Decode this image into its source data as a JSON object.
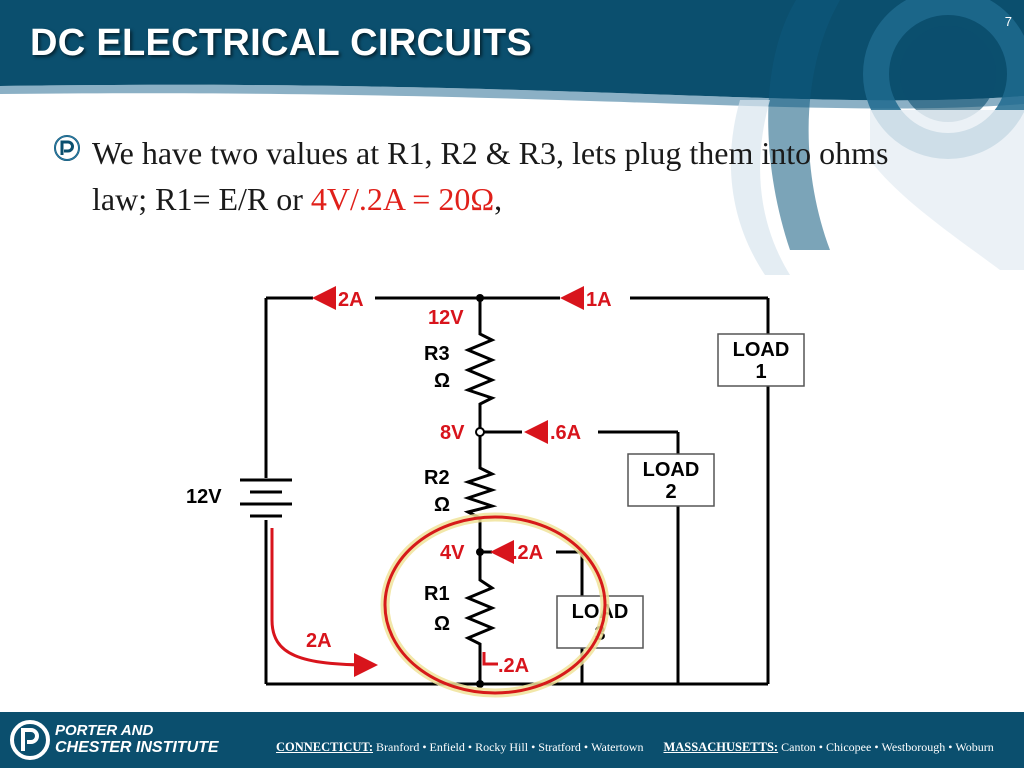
{
  "slide": {
    "title": "DC ELECTRICAL CIRCUITS",
    "page_number": "7",
    "bullet": {
      "text_plain": "We have two values at R1, R2 & R3, lets plug them into ohms law; R1= E/R or ",
      "text_highlight": "4V/.2A = 20Ω",
      "text_tail": ","
    }
  },
  "circuit": {
    "battery_label": "12V",
    "top_left_current": "2A",
    "top_right_current": "1A",
    "node_voltages": {
      "top": "12V",
      "middle": "8V",
      "lower": "4V"
    },
    "branch_currents": {
      "load2": ".6A",
      "load3": ".2A",
      "bottom": ".2A"
    },
    "resistors": [
      {
        "name": "R3",
        "unit": "Ω"
      },
      {
        "name": "R2",
        "unit": "Ω"
      },
      {
        "name": "R1",
        "unit": "Ω"
      }
    ],
    "loads": [
      {
        "line1": "LOAD",
        "line2": "1"
      },
      {
        "line1": "LOAD",
        "line2": "2"
      },
      {
        "line1": "LOAD",
        "line2": "3"
      }
    ],
    "return_current": "2A",
    "colors": {
      "wire": "#000000",
      "arrow": "#d8141c",
      "highlight_ring_outer": "#f0e39a",
      "highlight_ring": "#d61a1a"
    }
  },
  "footer": {
    "logo_line1": "PORTER AND",
    "logo_line2": "CHESTER INSTITUTE",
    "states": [
      {
        "name": "CONNECTICUT:",
        "towns": [
          "Branford",
          "Enfield",
          "Rocky Hill",
          "Stratford",
          "Watertown"
        ]
      },
      {
        "name": "MASSACHUSETTS:",
        "towns": [
          "Canton",
          "Chicopee",
          "Westborough",
          "Woburn"
        ]
      }
    ],
    "colors": {
      "background": "#0b4f6e",
      "header": "#0b4f6e"
    }
  }
}
